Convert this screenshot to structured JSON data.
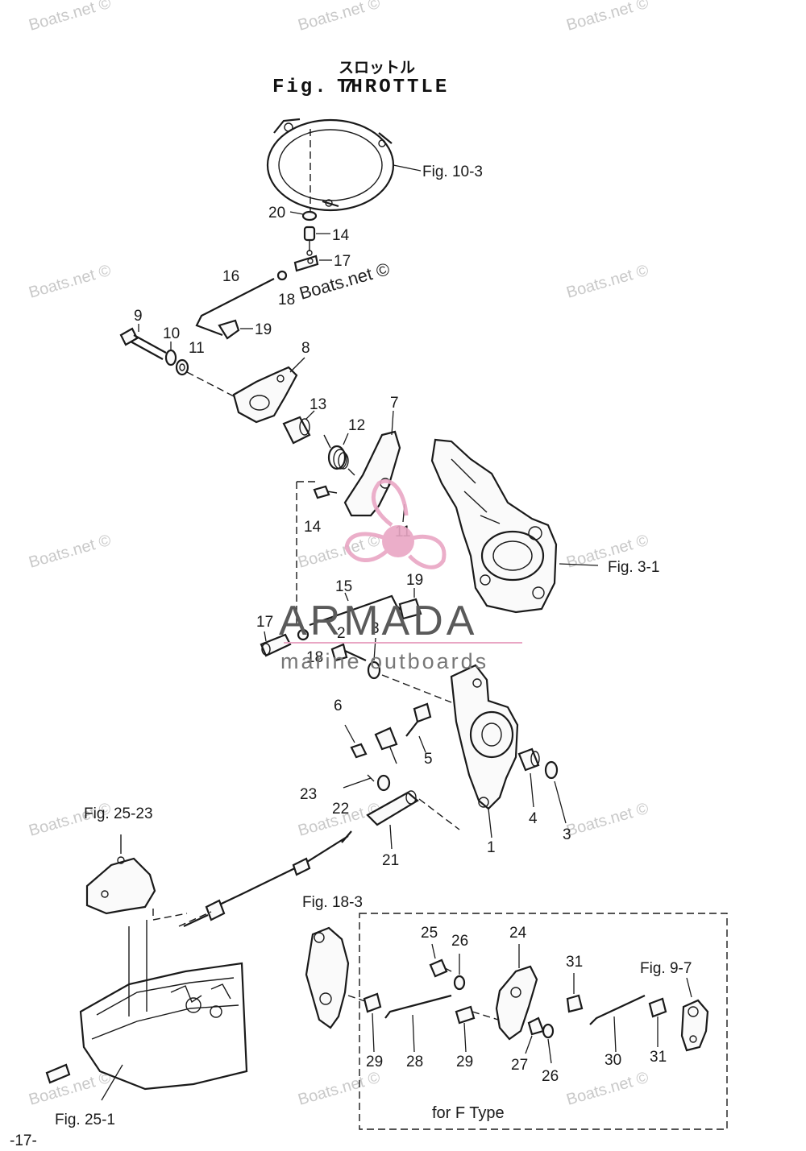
{
  "title": {
    "japanese": "スロットル",
    "fig_label": "Fig. 7",
    "name": "THROTTLE"
  },
  "watermarks": {
    "site": "Boats.net ©",
    "brand": "ARMADA",
    "brand_sub": "marine outboards"
  },
  "part_numbers": [
    "1",
    "2",
    "3",
    "4",
    "5",
    "6",
    "7",
    "8",
    "9",
    "10",
    "11",
    "12",
    "13",
    "14",
    "15",
    "16",
    "17",
    "18",
    "19",
    "20",
    "21",
    "22",
    "23",
    "24",
    "25",
    "26",
    "27",
    "28",
    "29",
    "30",
    "31"
  ],
  "callouts": {
    "c20": "20",
    "c14a": "14",
    "c17a": "17",
    "c16": "16",
    "c18a": "18",
    "c19a": "19",
    "c9": "9",
    "c10": "10",
    "c11a": "11",
    "c8": "8",
    "c13": "13",
    "c12": "12",
    "c7": "7",
    "c14b": "14",
    "c11b": "11",
    "c15": "15",
    "c19b": "19",
    "c17b": "17",
    "c2": "2",
    "c3a": "3",
    "c18b": "18",
    "c6": "6",
    "c5": "5",
    "c4": "4",
    "c3b": "3",
    "c1": "1",
    "c23": "23",
    "c22": "22",
    "c21": "21",
    "c25": "25",
    "c26a": "26",
    "c24": "24",
    "c31a": "31",
    "c29a": "29",
    "c28": "28",
    "c29b": "29",
    "c27": "27",
    "c26b": "26",
    "c30": "30",
    "c31b": "31"
  },
  "references": {
    "fig_10_3": "Fig. 10-3",
    "fig_3_1": "Fig. 3-1",
    "fig_25_23": "Fig. 25-23",
    "fig_18_3": "Fig. 18-3",
    "fig_9_7": "Fig. 9-7",
    "fig_25_1": "Fig. 25-1"
  },
  "variant_box_label": "for F Type",
  "page_number": "-17-",
  "colors": {
    "line": "#1a1a1a",
    "watermark": "#c9c9c9",
    "armada_pink": "#e9a6c4",
    "armada_grey": "#5a5a5a"
  }
}
